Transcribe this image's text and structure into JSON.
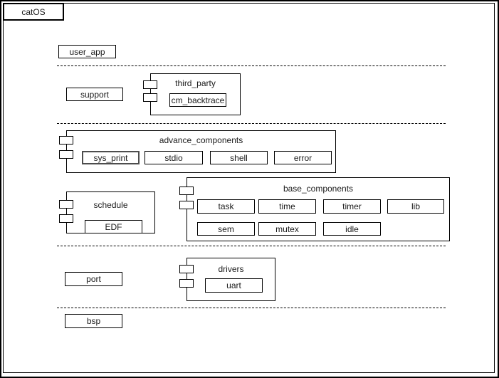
{
  "frame": {
    "title": "catOS"
  },
  "layers": {
    "user_app": "user_app",
    "support": "support",
    "port": "port",
    "bsp": "bsp"
  },
  "components": {
    "third_party": {
      "title": "third_party",
      "cm_backtrace": "cm_backtrace"
    },
    "advance": {
      "title": "advance_components",
      "sys_print": "sys_print",
      "stdio": "stdio",
      "shell": "shell",
      "error": "error"
    },
    "schedule": {
      "title": "schedule",
      "edf": "EDF"
    },
    "base": {
      "title": "base_components",
      "task": "task",
      "time": "time",
      "timer": "timer",
      "lib": "lib",
      "sem": "sem",
      "mutex": "mutex",
      "idle": "idle"
    },
    "drivers": {
      "title": "drivers",
      "uart": "uart"
    }
  },
  "colors": {
    "border": "#000000",
    "background": "#ffffff",
    "text": "#1a1a1a"
  }
}
